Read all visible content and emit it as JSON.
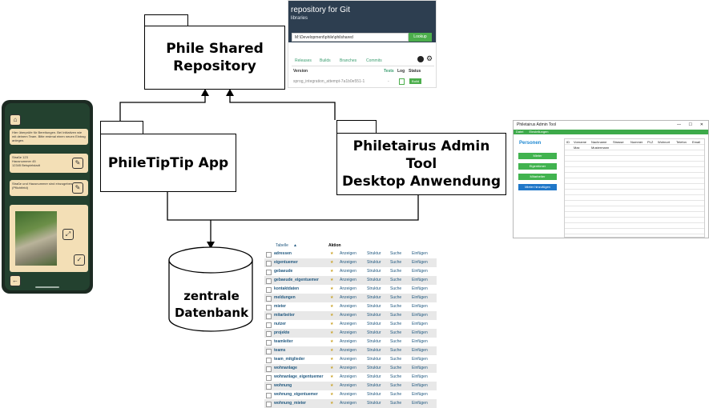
{
  "diagram": {
    "shared_repo": {
      "line1": "Phile Shared",
      "line2": "Repository"
    },
    "app": {
      "label": "PhileTipTip App"
    },
    "admin_tool": {
      "line1": "Philetairus Admin Tool",
      "line2": "Desktop Anwendung"
    },
    "database": {
      "line1": "zentrale",
      "line2": "Datenbank"
    }
  },
  "git_screenshot": {
    "title": "repository for Git",
    "subtitle": "libraries",
    "path_value": "M:\\Development\\phile\\philshared",
    "lookup_button": "Lookup",
    "tabs": [
      "Releases",
      "Builds",
      "Branches",
      "Commits"
    ],
    "col_version": "Version",
    "col_tests": "Tests",
    "col_log": "Log",
    "col_status": "Status",
    "row_version": "sprog_integration_attempt-7a1b0e551-1",
    "row_tests": "-",
    "row_status": "Build"
  },
  "phone": {
    "card1": "Hier überprüfe für Bereitungen. Bei Initiativen wie mit deinem Team. Bitte erstmal einen neuen Eintrag anlegen.",
    "card2_line1": "Straße 123",
    "card2_line2": "Hausnummer 45",
    "card2_line3": "12345 Beispielstadt",
    "card3": "Straße und Hausnummer sind einzugeben (Pflichtfeld)"
  },
  "admin": {
    "window_title": "Philetairus Admin Tool",
    "menu": [
      "Datei",
      "Einstellungen"
    ],
    "section_title": "Personen",
    "buttons": [
      "Mieter",
      "Eigentümer",
      "Mitarbeiter",
      "Mieter hinzufügen"
    ],
    "button_colors": [
      "#41b34f",
      "#41b34f",
      "#41b34f",
      "#1f77c8"
    ],
    "columns": [
      "ID",
      "Vorname",
      "Nachname",
      "Strasse",
      "Nummer",
      "PLZ",
      "Wohnort",
      "Telefon",
      "Email"
    ],
    "first_row": {
      "id": "",
      "vorname": "Max",
      "nachname": "Mustermann"
    }
  },
  "db_screenshot": {
    "col_table": "Tabelle",
    "col_action": "Aktion",
    "actions": [
      "Anzeigen",
      "Struktur",
      "Suche",
      "Einfügen"
    ],
    "tables": [
      "adressen",
      "eigentuemer",
      "gebaeude",
      "gebaeude_eigentuemer",
      "kontaktdaten",
      "meldungen",
      "mieter",
      "mitarbeiter",
      "nutzer",
      "projekte",
      "teamleiter",
      "teams",
      "team_mitglieder",
      "wohnanlage",
      "wohnanlage_eigentuemer",
      "wohnung",
      "wohnung_eigentuemer",
      "wohnung_mieter"
    ]
  }
}
